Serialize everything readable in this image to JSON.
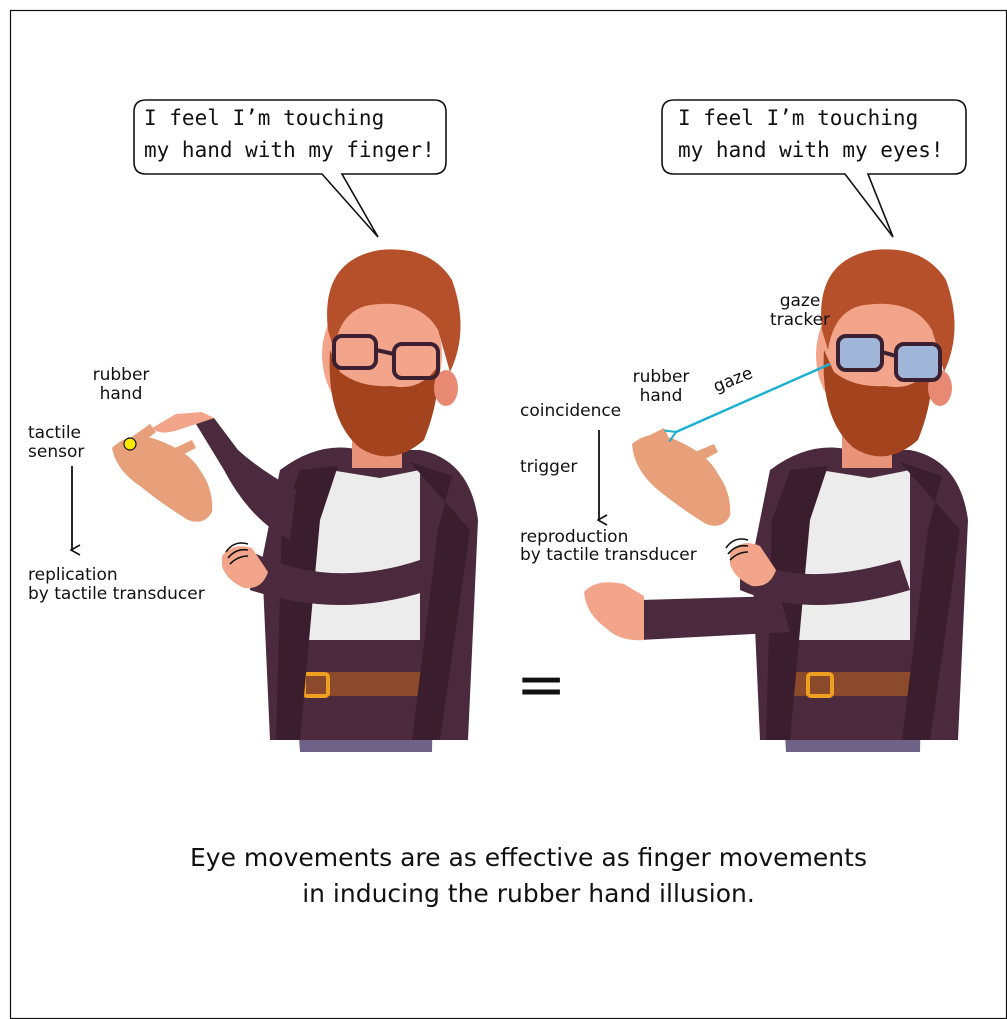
{
  "left_panel": {
    "speech": [
      "I feel I’m touching",
      "my hand with my finger!"
    ],
    "rubber_hand_label": [
      "rubber",
      "hand"
    ],
    "sensor_label": [
      "tactile",
      "sensor"
    ],
    "replication_label": [
      "replication",
      "by tactile transducer"
    ]
  },
  "right_panel": {
    "speech": [
      "I feel I’m touching",
      "my hand with my eyes!"
    ],
    "gaze_tracker_label": [
      "gaze",
      "tracker"
    ],
    "rubber_hand_label": [
      "rubber",
      "hand"
    ],
    "gaze_label": "gaze",
    "coincidence_label": "coincidence",
    "trigger_label": "trigger",
    "reproduction_label": [
      "reproduction",
      "by tactile transducer"
    ]
  },
  "equals_sign": "=",
  "caption": [
    "Eye movements are as effective as finger movements",
    "in inducing the rubber hand illusion."
  ],
  "colors": {
    "hair": "#B5502A",
    "skin": "#F2A58A",
    "jacket": "#4A2A3C",
    "shirt": "#ECECEC",
    "pants": "#6E6286",
    "belt": "#8B4A2B",
    "buckle": "#F0A020",
    "sensor_dot": "#FFE800",
    "gaze_arrow": "#1AB0D0",
    "tinted_lens": "#9FB6D8"
  }
}
